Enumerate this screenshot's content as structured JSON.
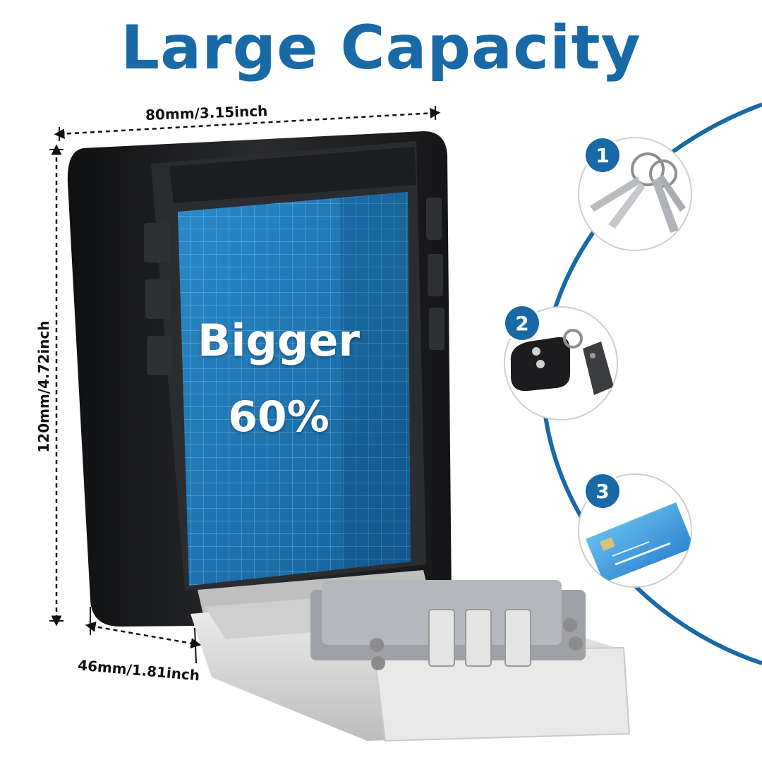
{
  "title": "Large Capacity",
  "dimensions": {
    "width": "80mm/3.15inch",
    "height": "120mm/4.72inch",
    "depth": "46mm/1.81inch"
  },
  "capacity": {
    "line1": "Bigger",
    "line2": "60%"
  },
  "items": [
    {
      "number": "1",
      "icon": "keys-icon"
    },
    {
      "number": "2",
      "icon": "car-key-fob-icon"
    },
    {
      "number": "3",
      "icon": "bank-card-icon"
    }
  ],
  "colors": {
    "brand_blue": "#1869a6",
    "box_black": "#1b1c1e",
    "grid_blue": "#1e7fc0",
    "panel_gray": "#d6d6d6"
  }
}
